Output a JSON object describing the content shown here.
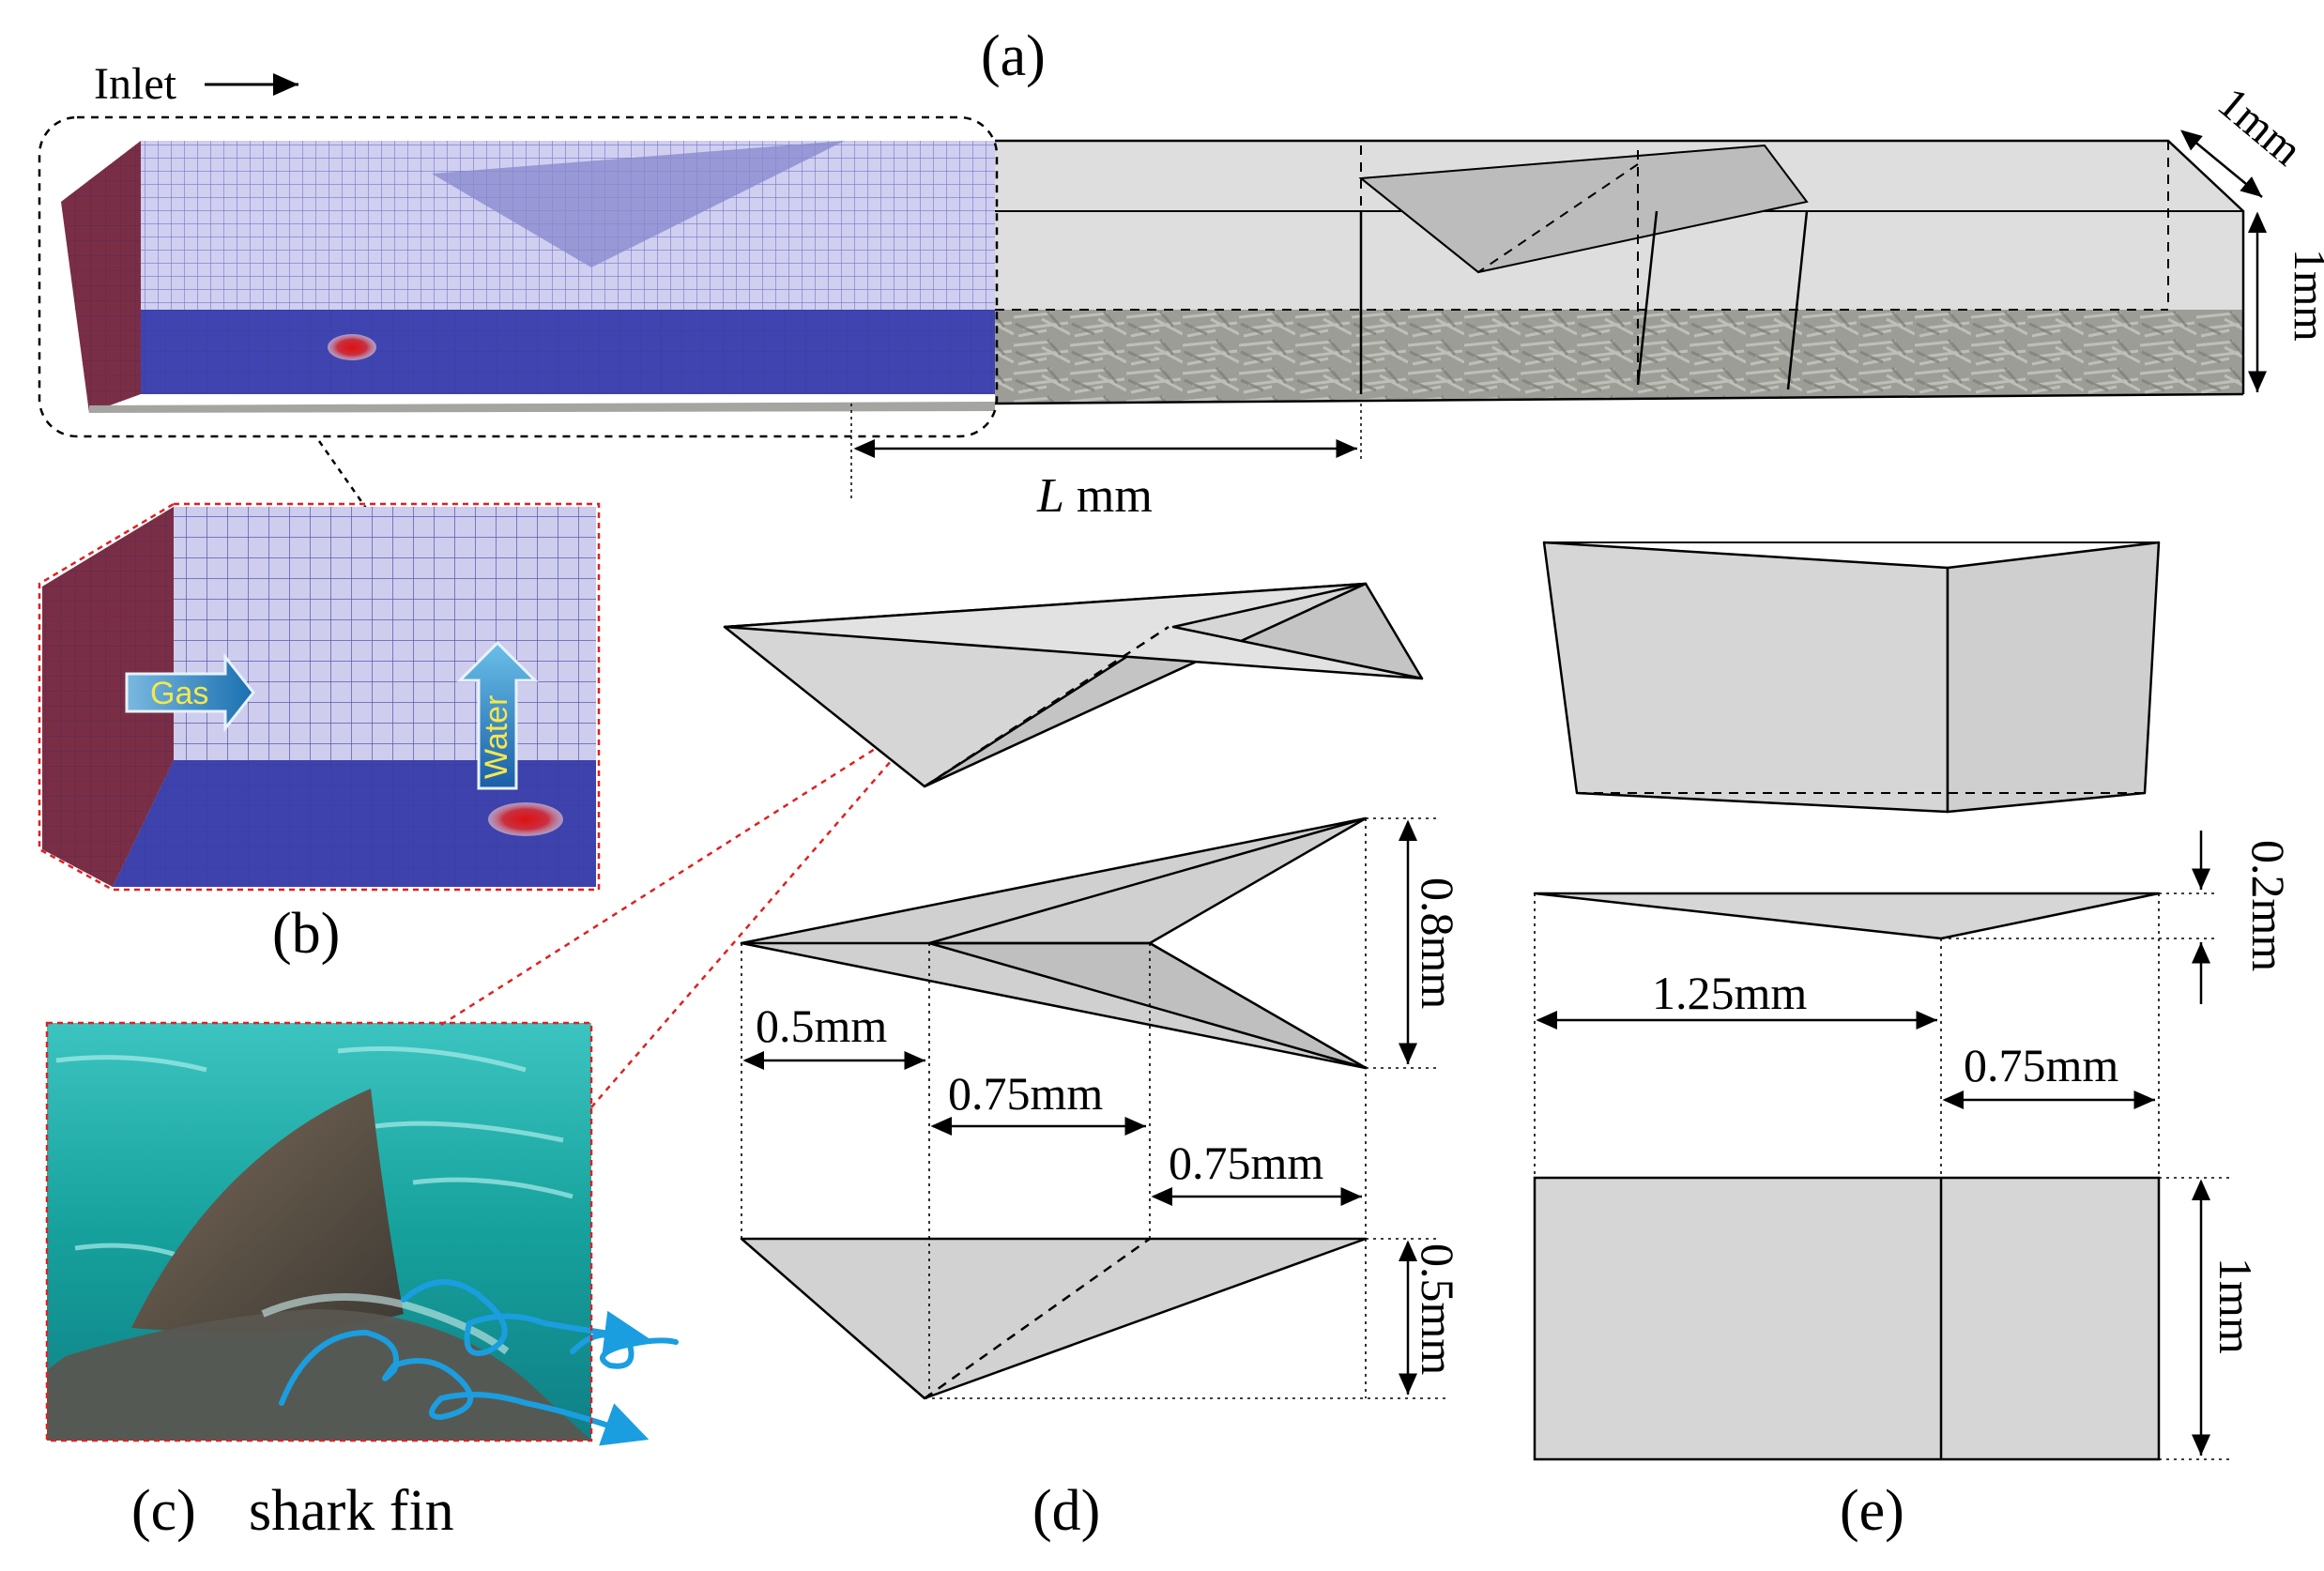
{
  "panels": {
    "a": "(a)",
    "b": "(b)",
    "c": "(c)",
    "c_caption": "shark fin",
    "d": "(d)",
    "e": "(e)"
  },
  "annotations": {
    "inlet": "Inlet",
    "length_italic": "L",
    "length_unit": " mm",
    "width_1mm": "1mm",
    "height_1mm": "1mm",
    "gas": "Gas",
    "water": "Water"
  },
  "dims_d": {
    "d1": "0.5mm",
    "d2": "0.75mm",
    "d3": "0.75mm",
    "h1": "0.8mm",
    "h2": "0.5mm"
  },
  "dims_e": {
    "w1": "1.25mm",
    "w2": "0.75mm",
    "h1": "0.2mm",
    "h2": "1mm"
  },
  "colors": {
    "mesh_blue": "#3a3fa8",
    "mesh_light": "#c9c8ea",
    "inlet_face": "#7a2a3e",
    "hot_spot": "#d0202a",
    "solid_grey": "#d9d9d9",
    "fiber_grey": "#9a9a96",
    "sea": "#1aa5a0",
    "swirl": "#1a9ee0",
    "guide_red": "#e02020"
  }
}
